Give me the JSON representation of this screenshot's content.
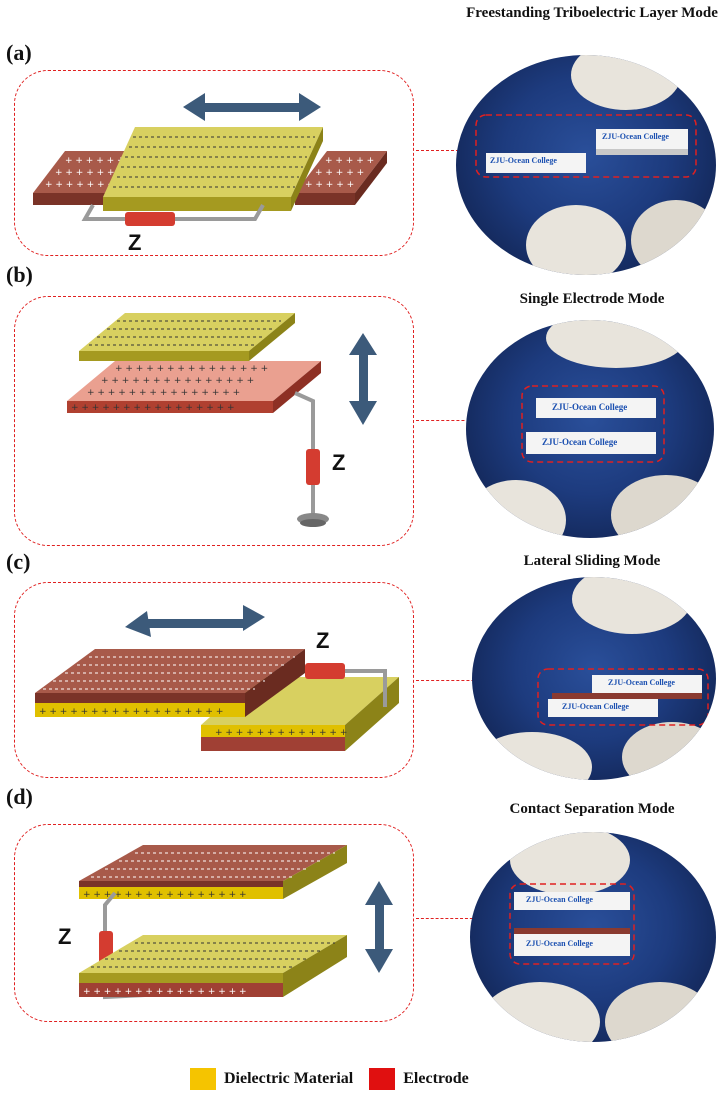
{
  "panels": [
    {
      "label": "(a)",
      "title": "Freestanding Triboelectric Layer Mode"
    },
    {
      "label": "(b)",
      "title": "Single Electrode Mode"
    },
    {
      "label": "(c)",
      "title": "Lateral Sliding Mode"
    },
    {
      "label": "(d)",
      "title": "Contact Separation Mode"
    }
  ],
  "load_label": "Z",
  "sample_text": "ZJU-Ocean College",
  "legend": {
    "dielectric": {
      "label": "Dielectric Material",
      "color": "#f5c400"
    },
    "electrode": {
      "label": "Electrode",
      "color": "#e01010"
    }
  },
  "colors": {
    "electrode_top": "#a85a4a",
    "electrode_side": "#7a3328",
    "dielectric_top": "#d8d060",
    "dielectric_side": "#a59a20",
    "arrow": "#3c5a7a",
    "dash": "#e02020"
  }
}
